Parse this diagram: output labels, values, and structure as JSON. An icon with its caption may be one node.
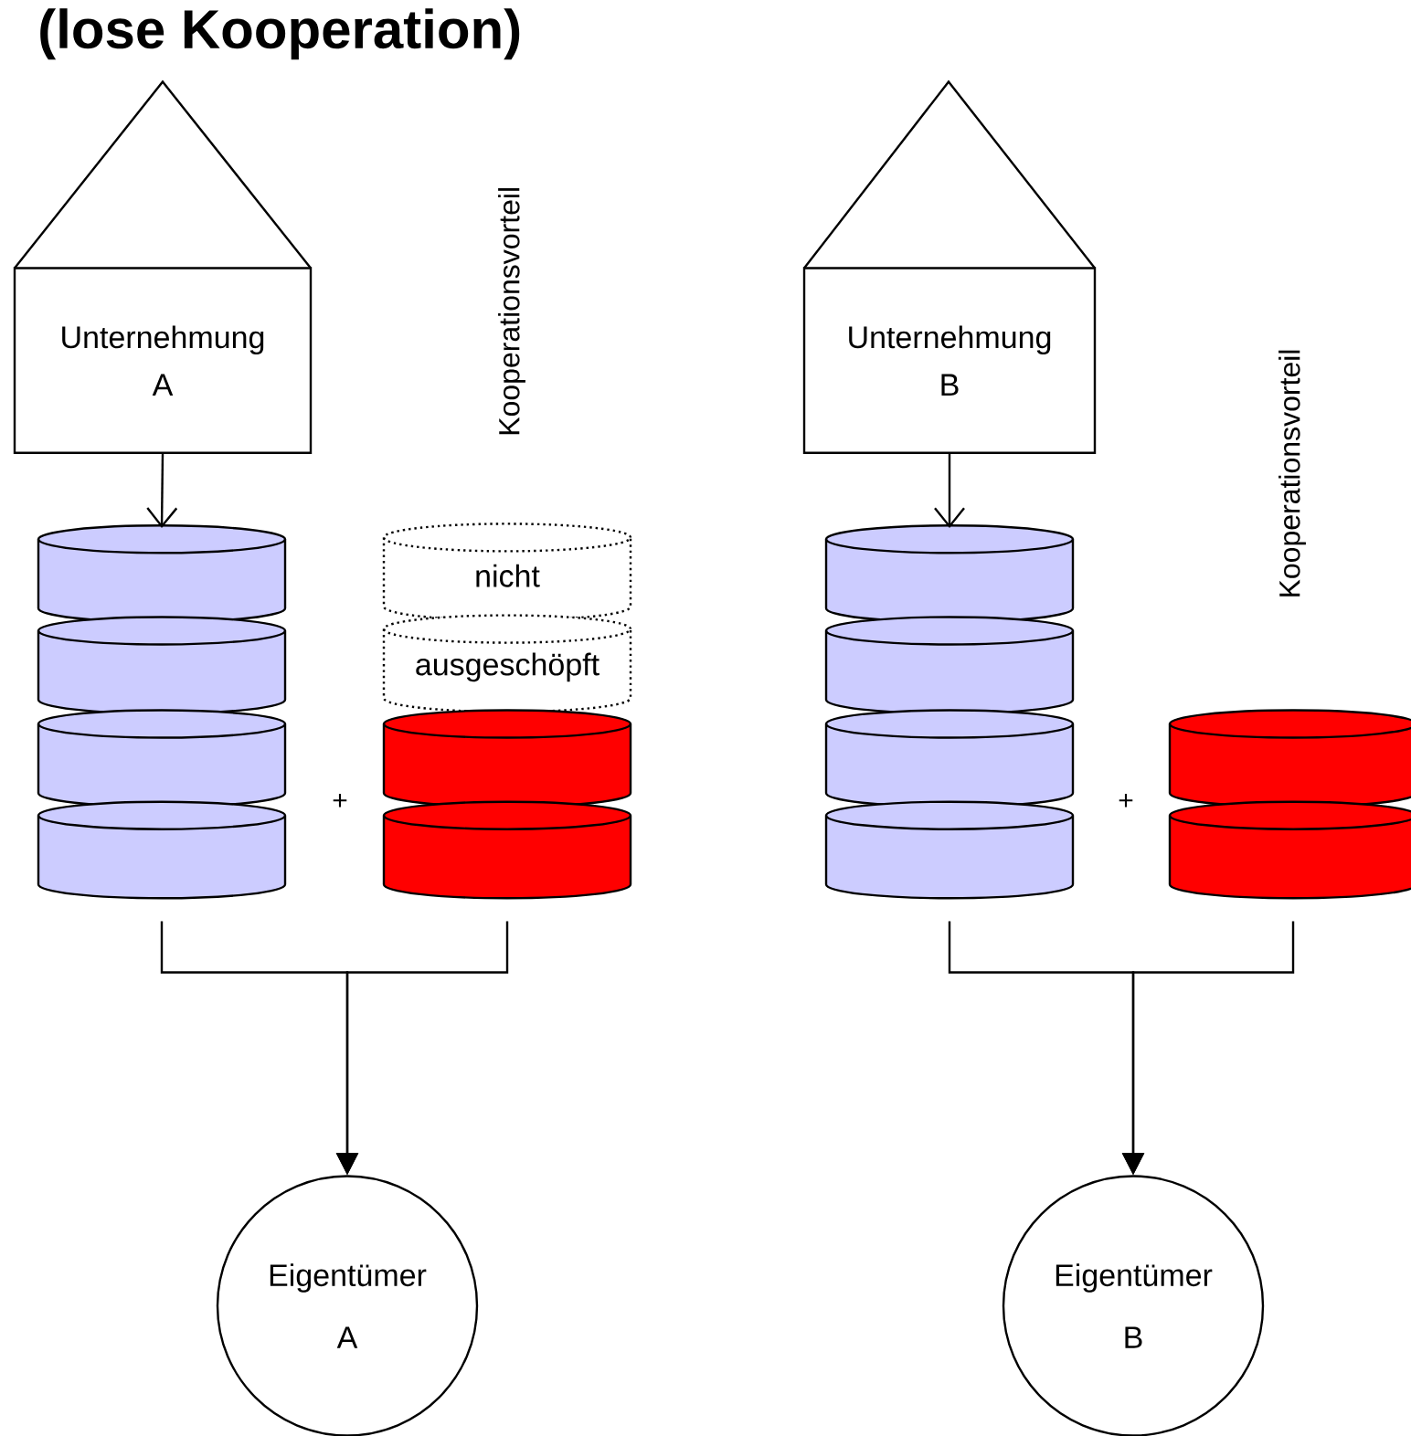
{
  "diagram": {
    "title": "(lose Kooperation)",
    "nodes": [
      {
        "text": [
          "Unternehmung A"
        ]
      },
      {
        "text": [],
        "shape": "cylinder"
      },
      {
        "text": [],
        "shape": "cylinder"
      },
      {
        "text": [],
        "shape": "cylinder"
      },
      {
        "text": [],
        "shape": "cylinder"
      },
      {
        "text": [
          "nicht"
        ]
      },
      {
        "text": [
          "ausgeschöpft"
        ]
      },
      {
        "text": [],
        "shape": "cylinder"
      },
      {
        "text": [],
        "shape": "cylinder"
      },
      {
        "text": [
          "Eigentümer",
          "A"
        ]
      },
      {
        "text": [
          "Unternehmung B"
        ]
      },
      {
        "text": [],
        "shape": "cylinder"
      },
      {
        "text": [],
        "shape": "cylinder"
      },
      {
        "text": [],
        "shape": "cylinder"
      },
      {
        "text": [],
        "shape": "cylinder"
      },
      {
        "text": [],
        "shape": "cylinder"
      },
      {
        "text": [],
        "shape": "cylinder"
      },
      {
        "text": [
          "Eigentümer",
          "B"
        ]
      }
    ],
    "edges": [
      {
        "from": 0,
        "to": 1,
        "arrow": "to"
      },
      {
        "from": 4,
        "to": 9,
        "arrow": "to"
      },
      {
        "from": 8,
        "to": 9,
        "arrow": "to"
      },
      {
        "from": 10,
        "to": 11,
        "arrow": "to"
      },
      {
        "from": 14,
        "to": 17,
        "arrow": "to"
      },
      {
        "from": 16,
        "to": 17,
        "arrow": "to"
      }
    ],
    "labels": [
      "Kooperationsvorteil",
      "+",
      "Kooperationsvorteil",
      "+"
    ]
  }
}
